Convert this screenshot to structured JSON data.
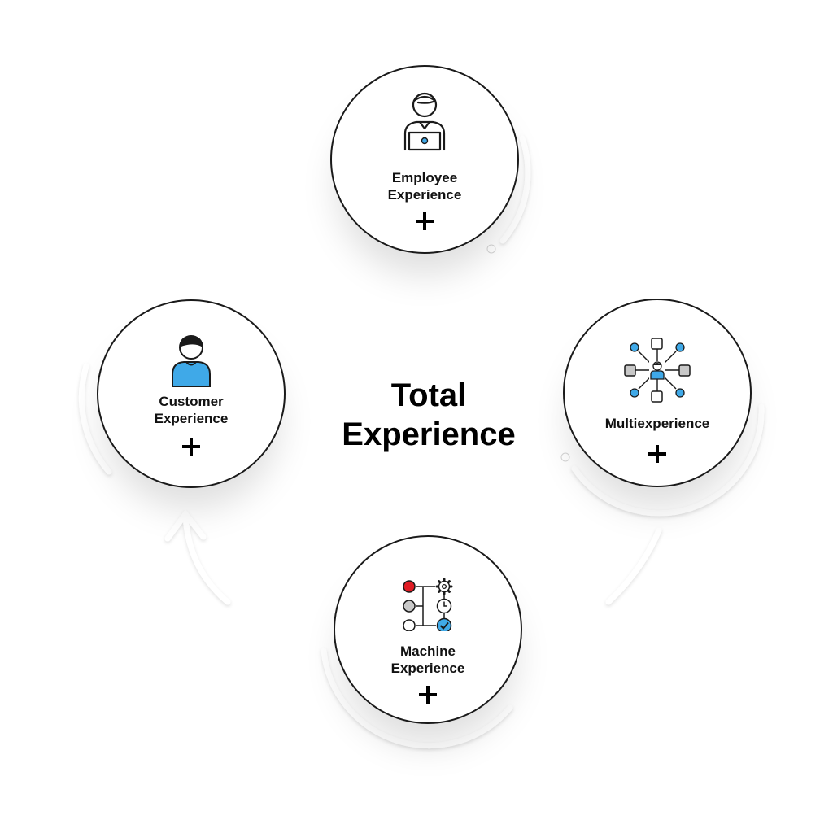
{
  "title": "Total\nExperience",
  "nodes": {
    "employee": {
      "label": "Employee\nExperience",
      "icon": "employee-laptop-icon"
    },
    "customer": {
      "label": "Customer\nExperience",
      "icon": "customer-person-icon"
    },
    "multi": {
      "label": "Multiexperience",
      "icon": "network-hub-icon"
    },
    "machine": {
      "label": "Machine\nExperience",
      "icon": "workflow-icon"
    }
  },
  "colors": {
    "accent_blue": "#3FA9E8",
    "accent_red": "#E01C24",
    "neutral_gray": "#C8C8C8",
    "stroke": "#1A1A1A"
  }
}
